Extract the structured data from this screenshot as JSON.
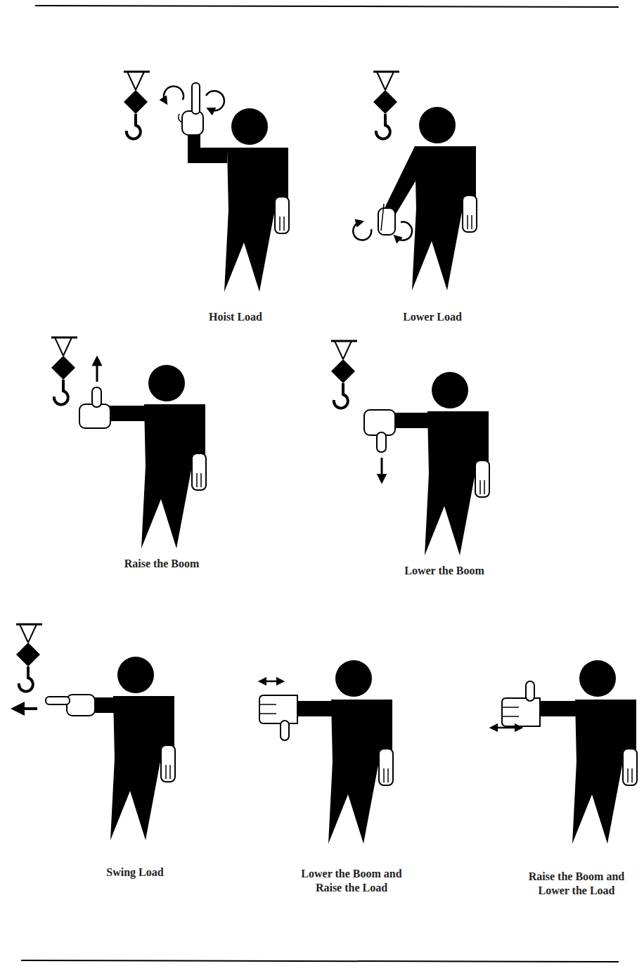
{
  "diagram": {
    "labels": [
      "Hoist Load",
      "Lower Load",
      "Raise the Boom",
      "Lower the Boom",
      "Swing Load",
      "Lower the Boom and Raise the Load",
      "Raise the Boom and Lower the Load"
    ]
  }
}
